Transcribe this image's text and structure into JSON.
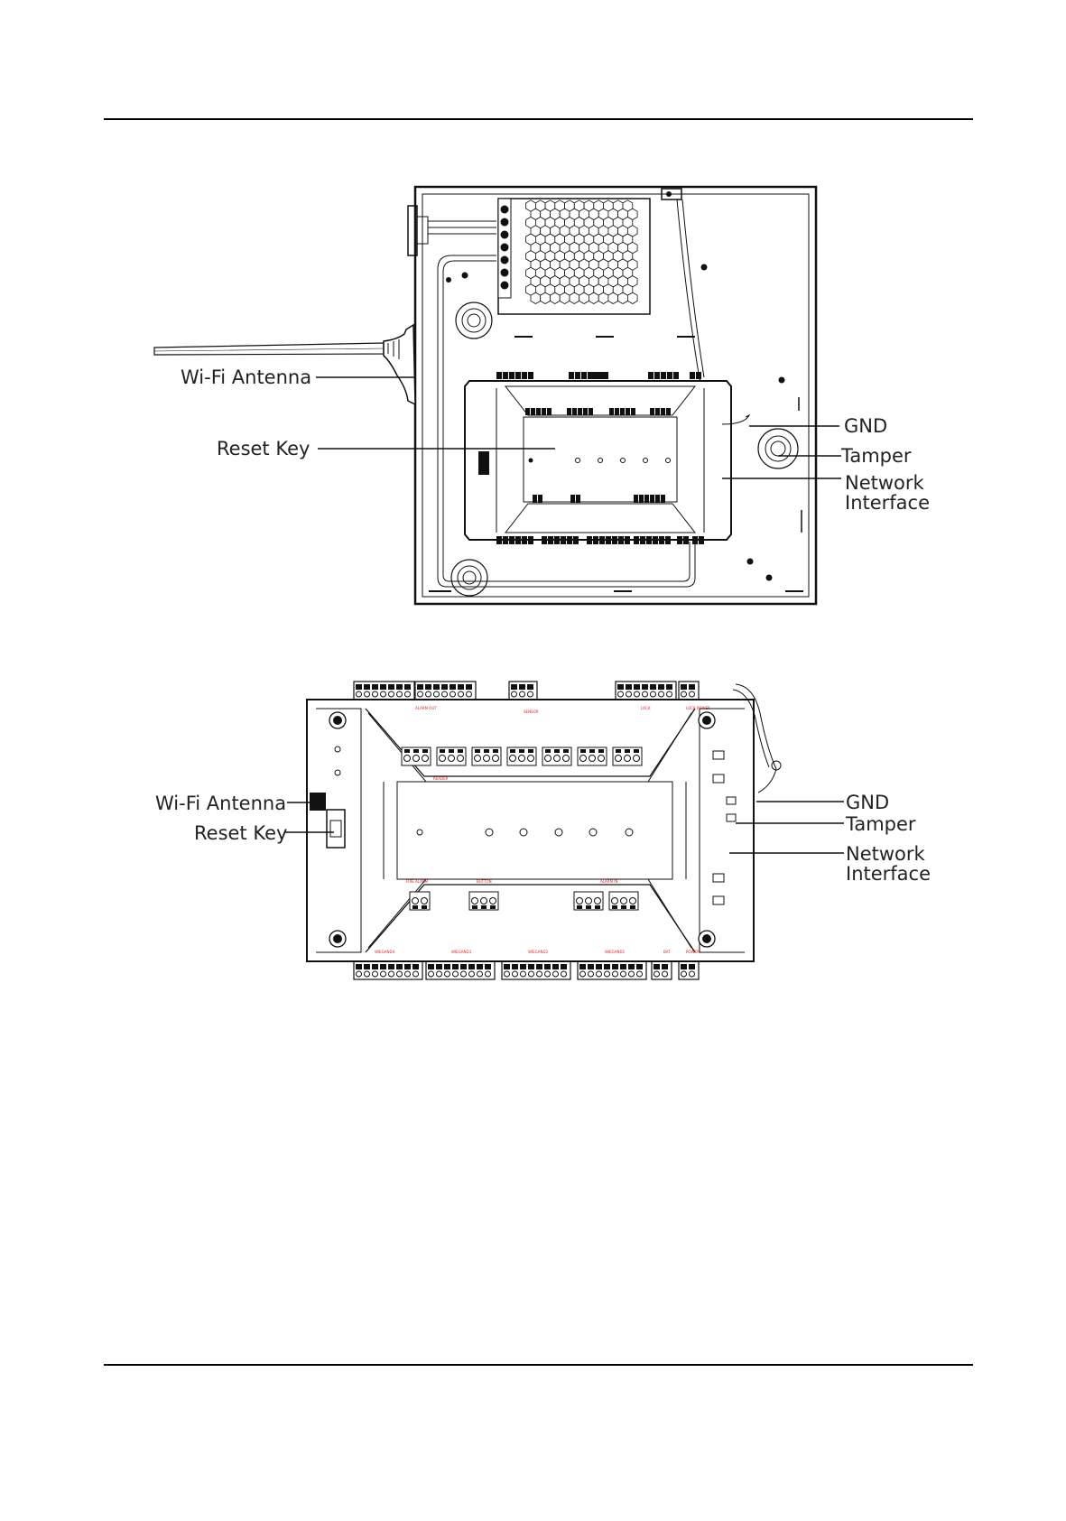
{
  "figure1": {
    "labels": {
      "wifi_antenna": "Wi-Fi Antenna",
      "reset_key": "Reset Key",
      "gnd": "GND",
      "tamper": "Tamper",
      "network_line1": "Network",
      "network_line2": "Interface"
    }
  },
  "figure2": {
    "labels": {
      "wifi_antenna": "Wi-Fi Antenna",
      "reset_key": "Reset Key",
      "gnd": "GND",
      "tamper": "Tamper",
      "network_line1": "Network",
      "network_line2": "Interface"
    },
    "board_labels": {
      "alarm_out": "ALARM OUT",
      "sensor": "SENSOR",
      "lock": "LOCK",
      "lock_power": "LOCK POWER",
      "reader": "READER",
      "fire_alarm": "FIRE ALARM",
      "button": "BUTTON",
      "alarm_in": "ALARM IN",
      "wiegand4": "WIEGAND4",
      "wiegand3": "WIEGAND3",
      "wiegand2": "WIEGAND2",
      "wiegand1": "WIEGAND1",
      "bat": "BAT",
      "power": "POWER"
    }
  },
  "colors": {
    "line": "#111111",
    "terminal_label": "#d12a2a"
  }
}
